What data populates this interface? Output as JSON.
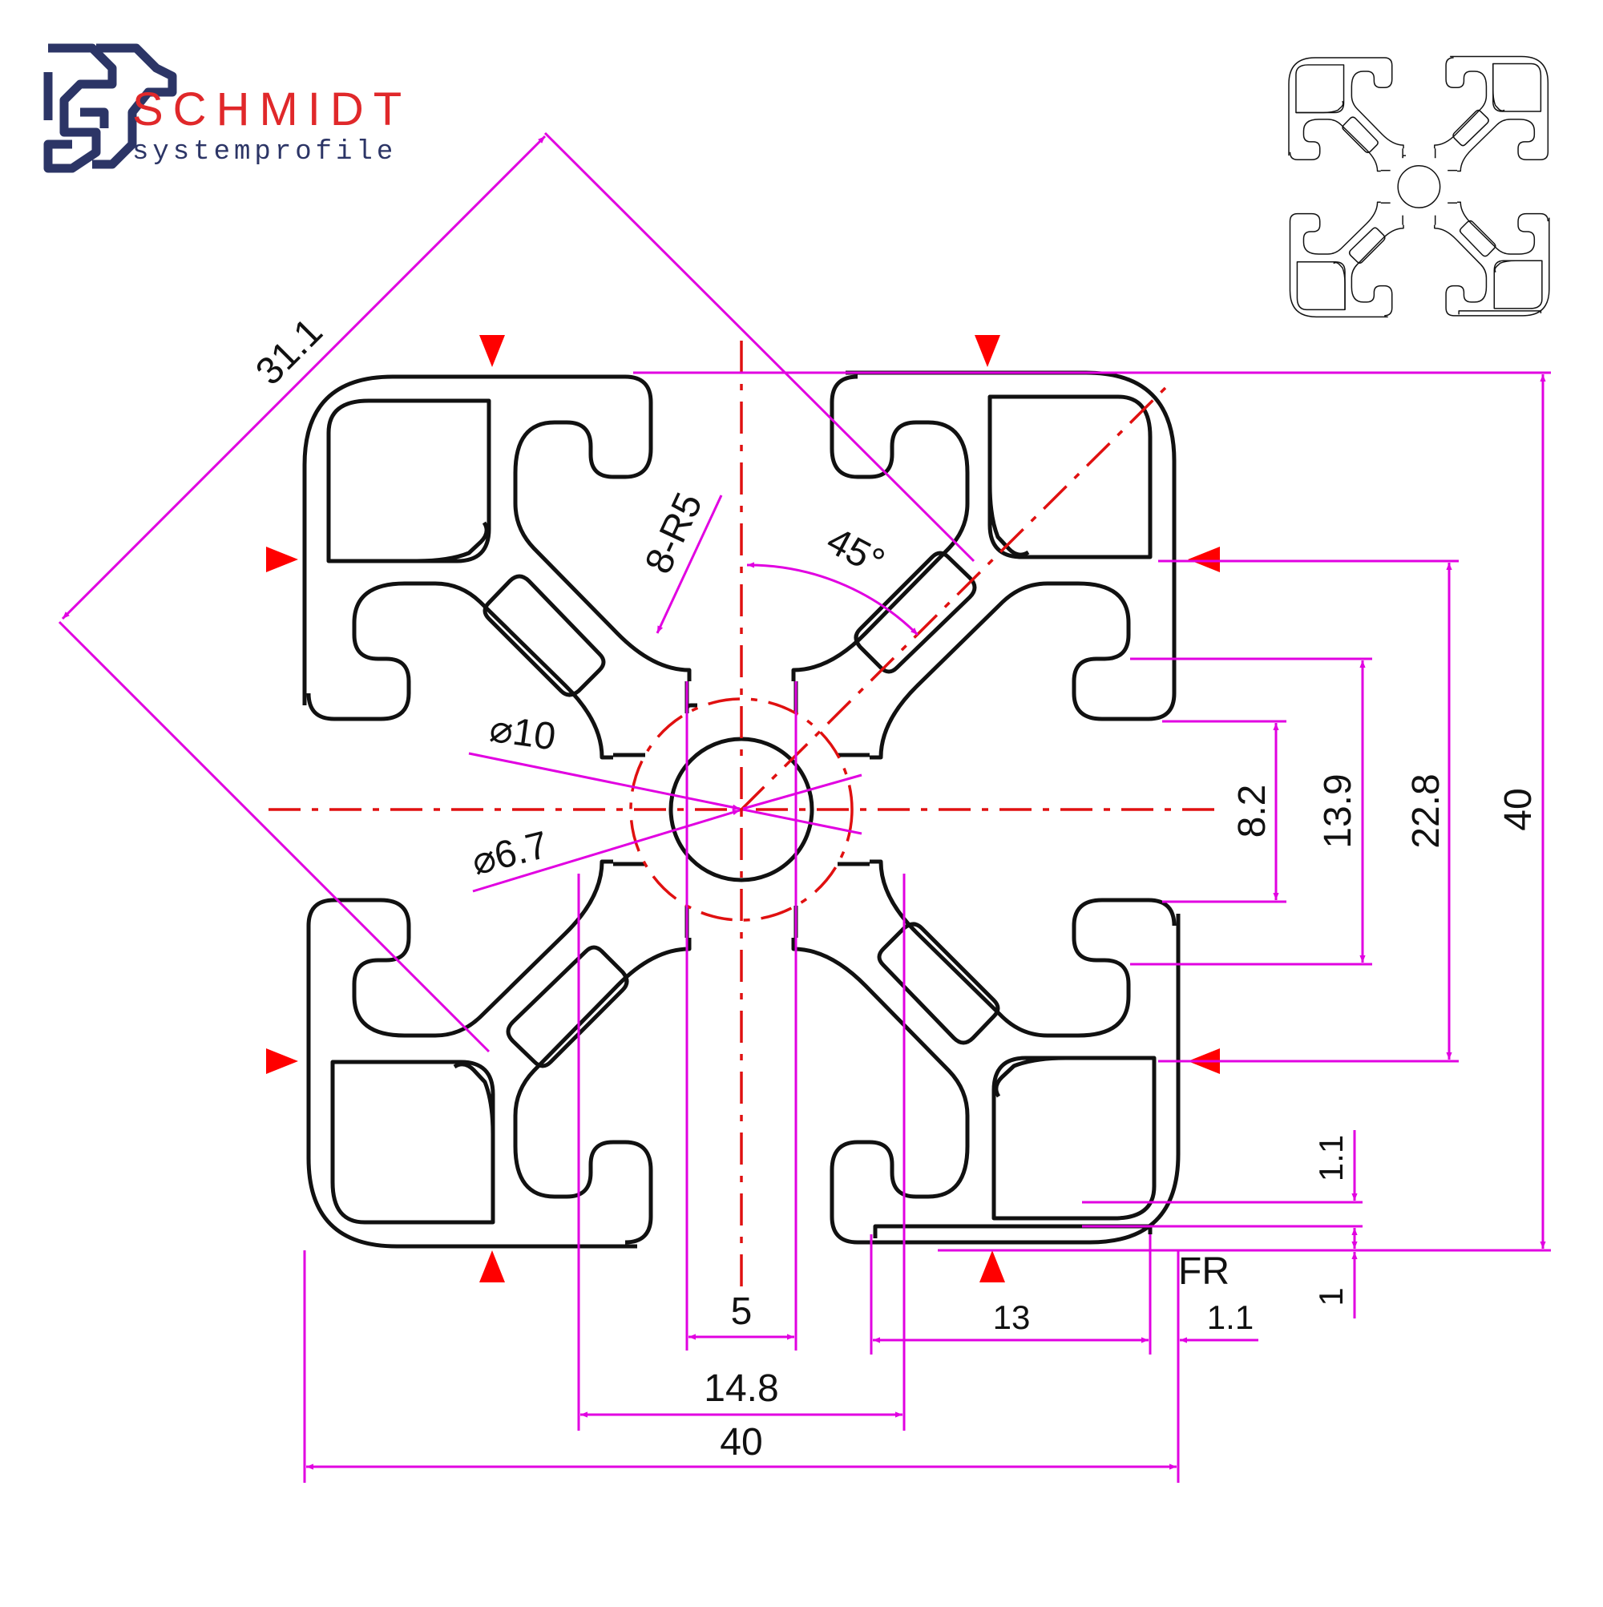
{
  "brand": {
    "name": "SCHMIDT",
    "tagline": "systemprofile",
    "name_color": "#e0282a",
    "tagline_color": "#2c3566",
    "logo_color": "#2c3566"
  },
  "colors": {
    "dimension": "#e100e1",
    "centerline": "#e01010",
    "profile": "#111111",
    "markers": "#ff0000"
  },
  "dimensions": {
    "width_total": "40",
    "height_total": "40",
    "diagonal": "31.1",
    "center_bore_inner": "⌀6.7",
    "center_bore_outer": "⌀10",
    "core_width": "5",
    "slot_opening": "8.2",
    "slot_depth_width": "13.9",
    "slot_spacing": "22.8",
    "inner_width": "14.8",
    "radius": "8-R5",
    "angle": "45°",
    "wall_1_1_top": "1.1",
    "wall_1": "1",
    "wall_1_1_right": "1.1",
    "fr_gap": "13",
    "fr_label": "FR"
  }
}
